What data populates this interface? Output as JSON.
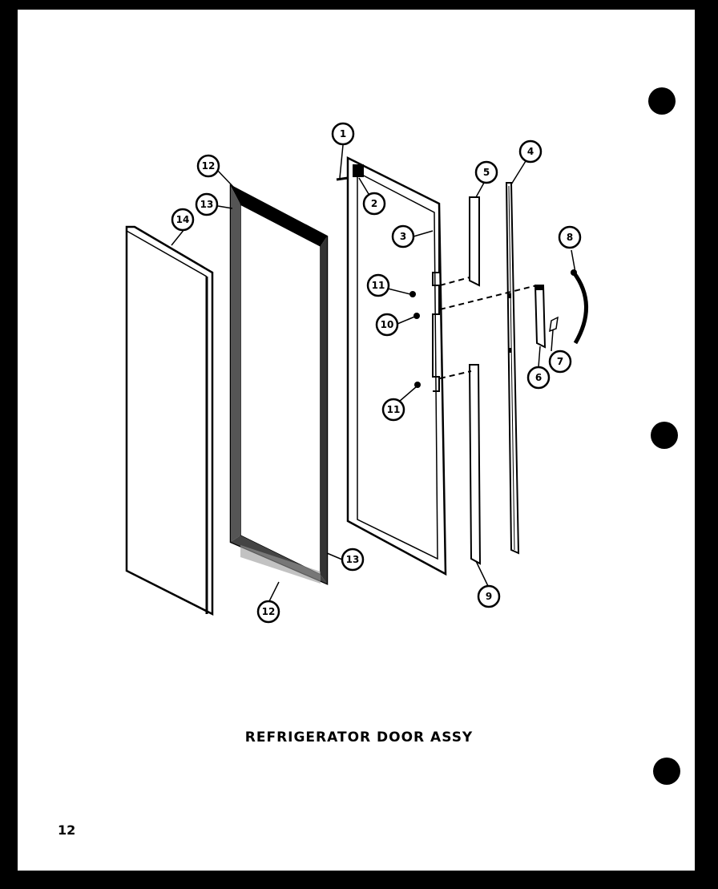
{
  "title": "REFRIGERATOR DOOR ASSY",
  "page_number": "12",
  "callouts": {
    "c1": "1",
    "c2": "2",
    "c3": "3",
    "c4": "4",
    "c5": "5",
    "c6": "6",
    "c7": "7",
    "c8": "8",
    "c9": "9",
    "c10": "10",
    "c11a": "11",
    "c11b": "11",
    "c12a": "12",
    "c12b": "12",
    "c13a": "13",
    "c13b": "13",
    "c14": "14"
  }
}
